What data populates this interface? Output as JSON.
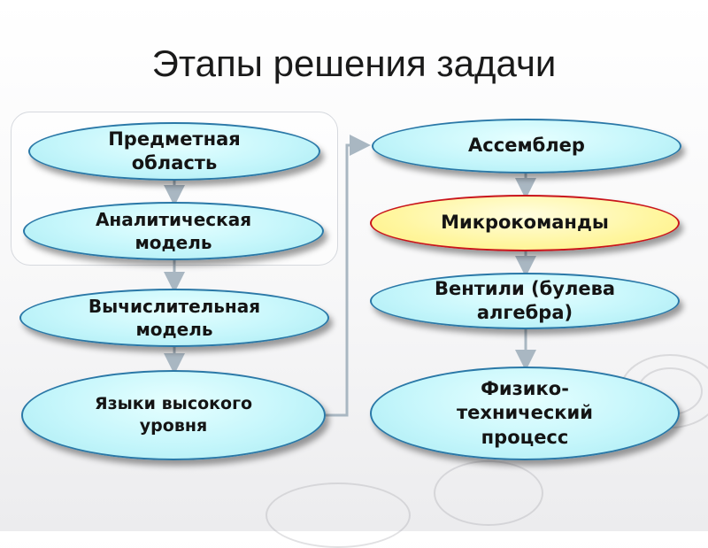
{
  "slide": {
    "title": "Этапы решения задачи"
  },
  "nodes": {
    "subject_area": "Предметная область",
    "analytic_model": "Аналитическая модель",
    "computational_model": "Вычислительная модель",
    "high_level_languages": "Языки высокого уровня",
    "assembler": "Ассемблер",
    "microcommands": "Микрокоманды",
    "gates": "Вентили (булева алгебра)",
    "physical_process": "Физико- технический процесс"
  },
  "colors": {
    "node_fill": "#c5f6fb",
    "node_border": "#2a78a7",
    "highlight_fill": "#fff6a0",
    "highlight_border": "#c9151b",
    "arrow": "#a9b7c2"
  }
}
